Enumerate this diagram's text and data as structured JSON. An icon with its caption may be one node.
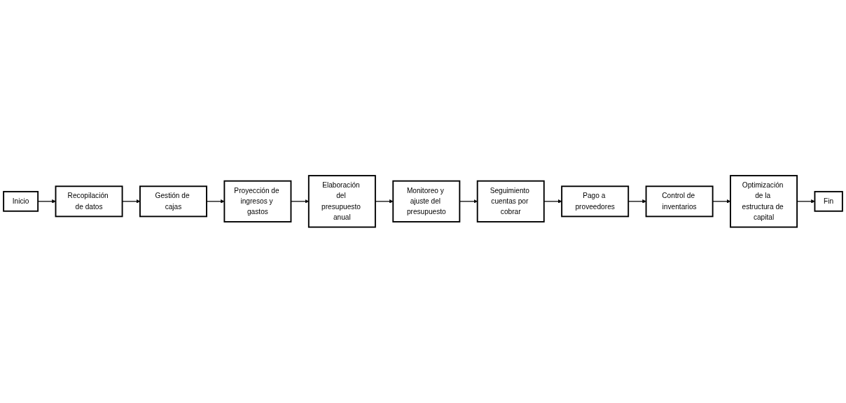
{
  "diagram": {
    "nodes": [
      {
        "text": [
          "Inicio"
        ]
      },
      {
        "text": [
          "Recopilación de datos"
        ]
      },
      {
        "text": [
          "Gestión de cajas"
        ]
      },
      {
        "text": [
          "Proyección de ingresos y gastos"
        ]
      },
      {
        "text": [
          "Elaboración del presupuesto anual"
        ]
      },
      {
        "text": [
          "Monitoreo y ajuste del presupuesto"
        ]
      },
      {
        "text": [
          "Seguimiento cuentas por cobrar"
        ]
      },
      {
        "text": [
          "Pago a proveedores"
        ]
      },
      {
        "text": [
          "Control de inventarios"
        ]
      },
      {
        "text": [
          "Optimización de la estructura de capital"
        ]
      },
      {
        "text": [
          "Fin"
        ]
      }
    ],
    "edges": [
      {
        "from": 0,
        "to": 1,
        "arrow": "to"
      },
      {
        "from": 1,
        "to": 2,
        "arrow": "to"
      },
      {
        "from": 2,
        "to": 3,
        "arrow": "to"
      },
      {
        "from": 3,
        "to": 4,
        "arrow": "to"
      },
      {
        "from": 4,
        "to": 5,
        "arrow": "to"
      },
      {
        "from": 5,
        "to": 6,
        "arrow": "to"
      },
      {
        "from": 6,
        "to": 7,
        "arrow": "to"
      },
      {
        "from": 7,
        "to": 8,
        "arrow": "to"
      },
      {
        "from": 8,
        "to": 9,
        "arrow": "to"
      },
      {
        "from": 9,
        "to": 10,
        "arrow": "to"
      }
    ]
  }
}
